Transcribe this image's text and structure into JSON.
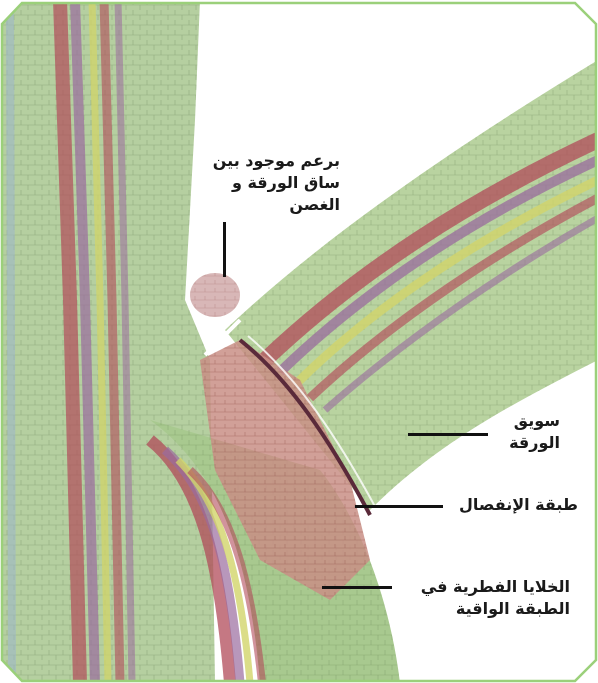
{
  "labels": {
    "bud": {
      "lines": [
        "برعم موجود بين",
        "ساق الورقة و",
        "الغصن"
      ]
    },
    "petiole": {
      "lines": [
        "سويق",
        "الورقة"
      ]
    },
    "abscission_layer": {
      "lines": [
        "طبقة الإنفصال"
      ]
    },
    "protective_layer": {
      "lines": [
        "الخلايا الفطرية في",
        "الطبقة الواقية"
      ]
    }
  },
  "colors": {
    "frame_border": "#9bd07a",
    "stem_green": "#a8c98f",
    "leaf_green": "#b9d3a0",
    "vascular_red": "#b24b5a",
    "vascular_purple": "#9a6b9e",
    "vascular_yellow": "#d2d46a",
    "abscission_pink": "#c98f86",
    "bud_pink": "#d8b7b7",
    "line_black": "#111111"
  }
}
